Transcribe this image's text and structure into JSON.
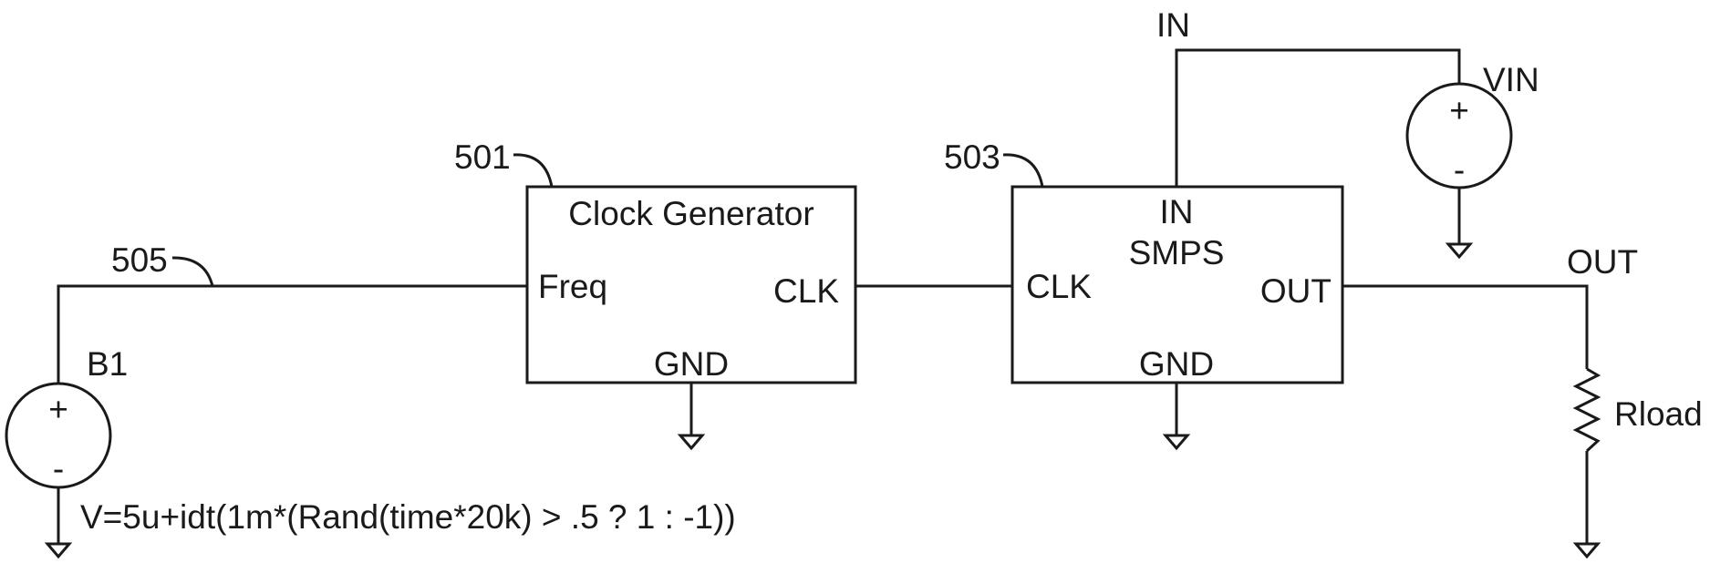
{
  "refs": {
    "clock": "501",
    "smps": "503",
    "freq_net": "505"
  },
  "clock_generator": {
    "title": "Clock Generator",
    "pin_freq": "Freq",
    "pin_clk": "CLK",
    "pin_gnd": "GND"
  },
  "smps": {
    "title": "SMPS",
    "pin_in": "IN",
    "pin_clk": "CLK",
    "pin_out": "OUT",
    "pin_gnd": "GND"
  },
  "nets": {
    "in": "IN",
    "out": "OUT"
  },
  "sources": {
    "b1_name": "B1",
    "b1_expr": "V=5u+idt(1m*(Rand(time*20k) > .5 ? 1 : -1))",
    "vin_name": "VIN",
    "plus": "+",
    "minus": "-"
  },
  "load": {
    "name": "Rload"
  }
}
